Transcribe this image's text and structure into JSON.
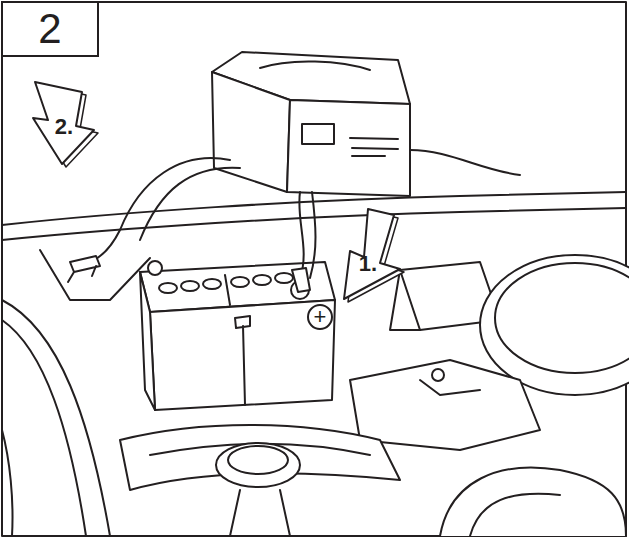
{
  "diagram": {
    "nodes": [
      {
        "text": [
          "2"
        ]
      },
      {
        "text": [
          "2."
        ]
      },
      {
        "text": [
          "1."
        ]
      },
      {
        "text": [
          "+"
        ]
      }
    ]
  }
}
